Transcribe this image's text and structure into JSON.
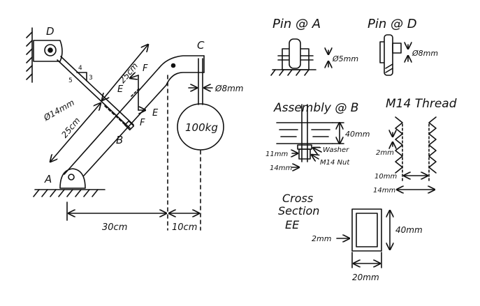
{
  "main_drawing": {
    "label_D": "D",
    "label_C": "C",
    "label_A": "A",
    "label_B": "B",
    "section_E_top": "E",
    "section_E_bottom": "E",
    "section_F_top": "F",
    "section_F_bottom": "F",
    "slope_4": "4",
    "slope_3": "3",
    "slope_5": "5",
    "rod_dia": "Ø14mm",
    "dim_25cm_top": "25cm",
    "dim_25cm_bottom": "25cm",
    "rope_dia": "Ø8mm",
    "mass": "100kg",
    "dim_30cm": "30cm",
    "dim_10cm": "10cm"
  },
  "details": {
    "pin_a_title": "Pin @ A",
    "pin_a_dim": "Ø5mm",
    "pin_d_title": "Pin @ D",
    "pin_d_dim": "Ø8mm",
    "assembly_title": "Assembly @ B",
    "assembly_40mm": "40mm",
    "assembly_washer": "Washer",
    "assembly_nut": "M14 Nut",
    "assembly_11mm": "11mm",
    "assembly_14mm": "14mm",
    "thread_title": "M14 Thread",
    "thread_2mm": "2mm",
    "thread_10mm": "10mm",
    "thread_14mm": "14mm",
    "cross_line1": "Cross",
    "cross_line2": "Section",
    "cross_line3": "EE",
    "cross_2mm": "2mm",
    "cross_40mm": "40mm",
    "cross_20mm": "20mm"
  }
}
